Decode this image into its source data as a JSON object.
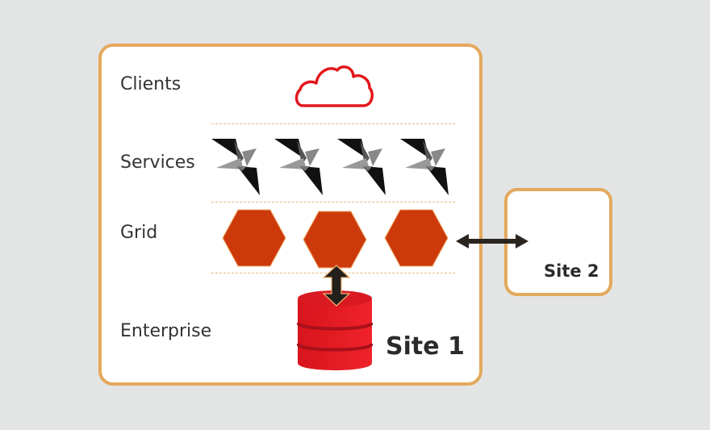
{
  "diagram": {
    "layers": [
      {
        "name": "Clients",
        "icon": "cloud-icon",
        "count": 1
      },
      {
        "name": "Services",
        "icon": "service-star-icon",
        "count": 4
      },
      {
        "name": "Grid",
        "icon": "hexagon-icon",
        "count": 3
      },
      {
        "name": "Enterprise",
        "icon": "database-icon",
        "count": 1
      }
    ],
    "sites": {
      "site1": "Site 1",
      "site2": "Site 2"
    },
    "connections": [
      {
        "from": "Grid",
        "to": "Enterprise",
        "type": "bidirectional"
      },
      {
        "from": "Site 1",
        "to": "Site 2",
        "type": "bidirectional"
      }
    ],
    "colors": {
      "border": "#e3a95c",
      "cloud": "#e3161c",
      "hexagon": "#cc3a0c",
      "database": "#e31b23",
      "arrow": "#2b2520",
      "background": "#e3e4e4"
    }
  }
}
